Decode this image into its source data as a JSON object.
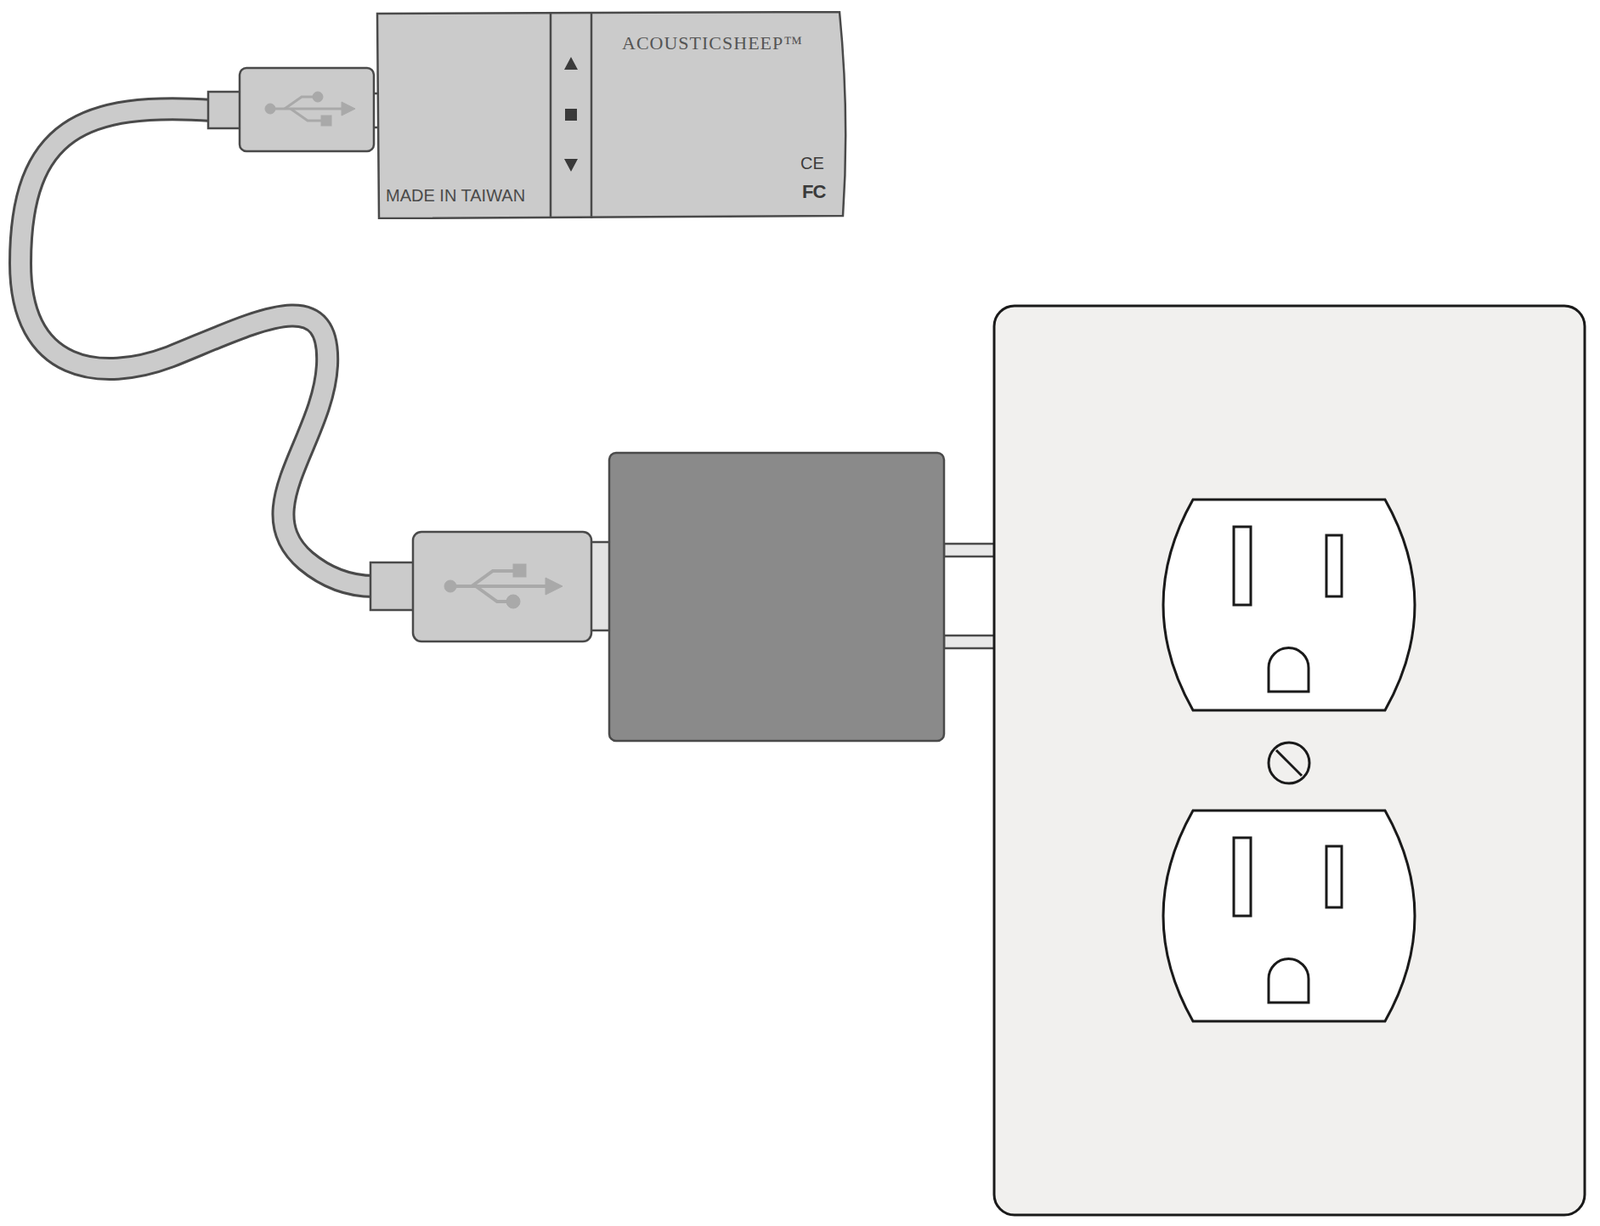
{
  "diagram": {
    "nodes": [
      {
        "text": [
          "ACOUSTICSHEEP™",
          "MADE IN TAIWAN",
          "CE",
          "FC"
        ]
      }
    ]
  }
}
